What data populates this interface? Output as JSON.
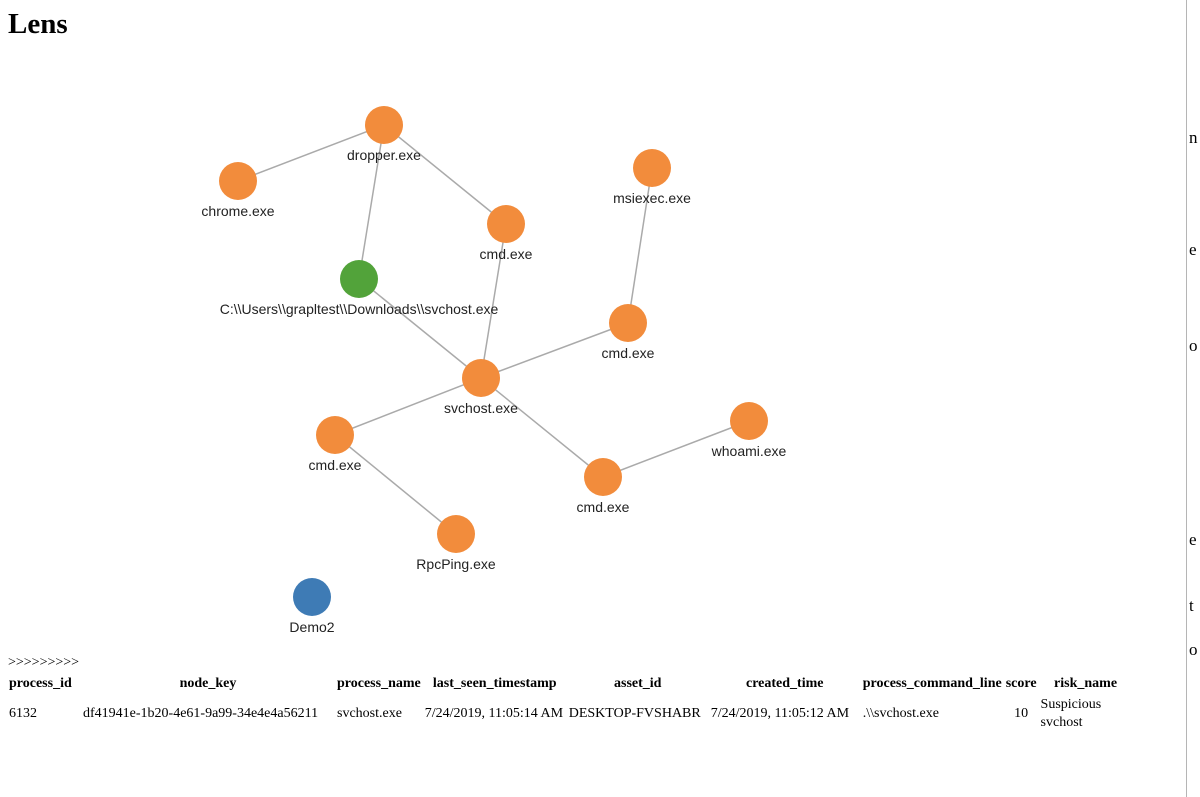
{
  "page": {
    "title": "Lens",
    "marker": ">>>>>>>>>"
  },
  "graph": {
    "colors": {
      "process": "#f28c3c",
      "file": "#52a33a",
      "lens": "#3e7bb5",
      "edge": "#aaaaaa"
    },
    "nodes": [
      {
        "id": "dropper",
        "label": "dropper.exe",
        "kind": "process"
      },
      {
        "id": "chrome",
        "label": "chrome.exe",
        "kind": "process"
      },
      {
        "id": "msiexec",
        "label": "msiexec.exe",
        "kind": "process"
      },
      {
        "id": "cmd1",
        "label": "cmd.exe",
        "kind": "process"
      },
      {
        "id": "file",
        "label": "C:\\\\Users\\\\grapltest\\\\Downloads\\\\svchost.exe",
        "kind": "file"
      },
      {
        "id": "cmd2",
        "label": "cmd.exe",
        "kind": "process"
      },
      {
        "id": "svchost",
        "label": "svchost.exe",
        "kind": "process"
      },
      {
        "id": "cmd3",
        "label": "cmd.exe",
        "kind": "process"
      },
      {
        "id": "whoami",
        "label": "whoami.exe",
        "kind": "process"
      },
      {
        "id": "cmd4",
        "label": "cmd.exe",
        "kind": "process"
      },
      {
        "id": "rpcping",
        "label": "RpcPing.exe",
        "kind": "process"
      },
      {
        "id": "demo2",
        "label": "Demo2",
        "kind": "lens"
      }
    ],
    "edges": [
      [
        "dropper",
        "chrome"
      ],
      [
        "dropper",
        "cmd1"
      ],
      [
        "dropper",
        "file"
      ],
      [
        "file",
        "svchost"
      ],
      [
        "cmd1",
        "svchost"
      ],
      [
        "msiexec",
        "cmd2"
      ],
      [
        "svchost",
        "cmd2"
      ],
      [
        "svchost",
        "cmd3"
      ],
      [
        "svchost",
        "cmd4"
      ],
      [
        "cmd3",
        "rpcping"
      ],
      [
        "cmd4",
        "whoami"
      ]
    ]
  },
  "table": {
    "headers": [
      "process_id",
      "node_key",
      "process_name",
      "last_seen_timestamp",
      "asset_id",
      "created_time",
      "process_command_line",
      "score",
      "risk_name"
    ],
    "rows": [
      [
        "6132",
        "df41941e-1b20-4e61-9a99-34e4e4a56211",
        "svchost.exe",
        "7/24/2019, 11:05:14 AM",
        "DESKTOP-FVSHABR",
        "7/24/2019, 11:05:12 AM",
        ".\\\\svchost.exe",
        "10",
        "Suspicious svchost"
      ]
    ]
  },
  "right_edge_glyphs": [
    "n",
    "e",
    "o",
    "e",
    "t",
    "o"
  ]
}
